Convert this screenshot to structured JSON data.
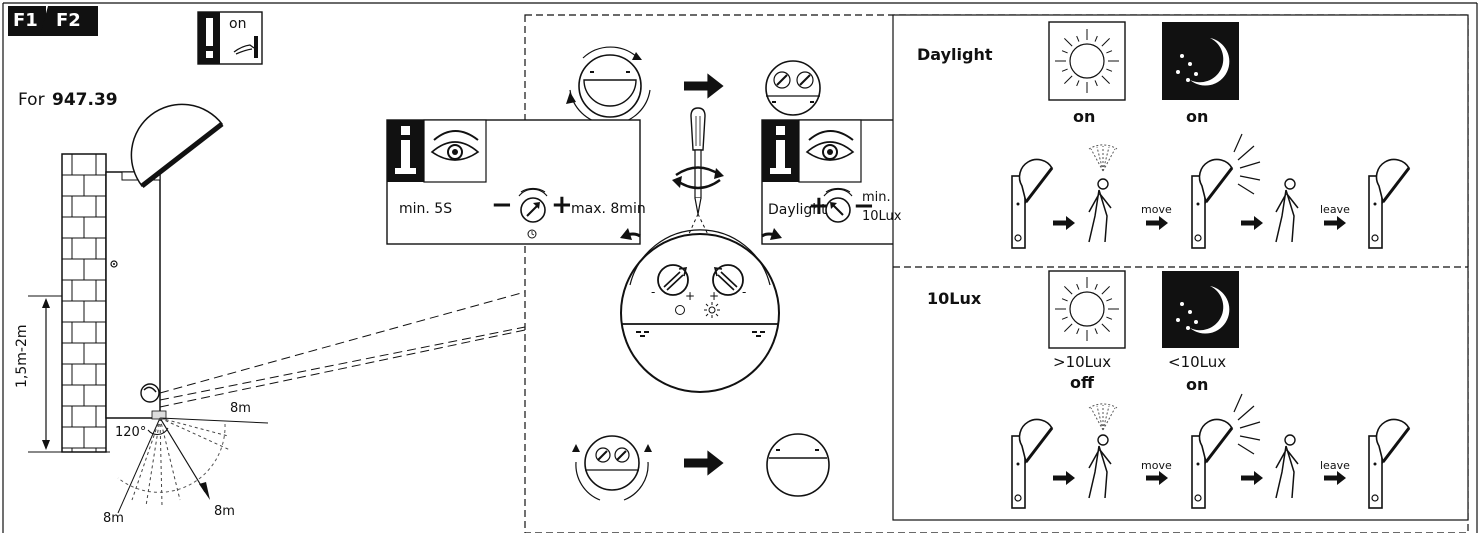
{
  "badges": {
    "f1": "F1",
    "f2": "F2"
  },
  "notice": {
    "text": "on",
    "icon": "hand-switch-icon",
    "symbol": "exclamation-icon"
  },
  "model": {
    "prefix": "For",
    "number": "947.39"
  },
  "mounting": {
    "height": "1,5m-2m",
    "angle": "120°",
    "range_side": "8m",
    "range_down_left": "8m",
    "range_down_right": "8m"
  },
  "timer_panel": {
    "min": "min. 5S",
    "minus": "−",
    "plus": "+",
    "max": "max. 8min",
    "icon": "eye-icon"
  },
  "lux_panel": {
    "left": "Daylight",
    "plus": "+",
    "minus": "−",
    "min_line1": "min.",
    "min_line2": "10Lux",
    "icon": "eye-icon"
  },
  "daylight_mode": {
    "title": "Daylight",
    "sun_state": "on",
    "moon_state": "on",
    "move": "move",
    "leave": "leave"
  },
  "lux_mode": {
    "title": "10Lux",
    "sun_value": ">10Lux",
    "sun_state": "off",
    "moon_value": "<10Lux",
    "moon_state": "on",
    "move": "move",
    "leave": "leave"
  },
  "dial_marks": {
    "minus_left": "-",
    "plus_left": "+",
    "plus_right": "+",
    "minus_right": "-"
  }
}
